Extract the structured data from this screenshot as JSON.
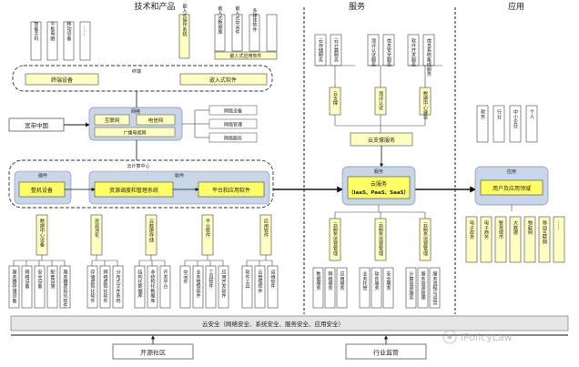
{
  "headers": {
    "tech": "技术和产品",
    "service": "服务",
    "application": "应用"
  },
  "top": {
    "terminal_items": [
      "智能手机",
      "平板电脑",
      "移动设备",
      "……"
    ],
    "embedded_items": [
      "嵌入式操作系统",
      "嵌入式数据库",
      "嵌入式中间件",
      "多媒体软件"
    ],
    "embedded_label": "嵌入式应用软件",
    "terminal_device": "终端设备",
    "embedded_software": "嵌入式软件",
    "group_label": "终端"
  },
  "network": {
    "broadband": "宽带中国",
    "group_label": "网络",
    "internet": "互联网",
    "telecom": "电信网",
    "broadcast": "广播电视网",
    "side_items": [
      "网络设备",
      "网络管理",
      "网络服务"
    ]
  },
  "datacenter": {
    "group_label": "云计算中心",
    "hardware_label": "硬件",
    "software_label": "软件",
    "server": "整机设备",
    "resource": "资源调度和管理系统",
    "platform": "平台和应用软件"
  },
  "service": {
    "top_items": [
      "云存储服务",
      "云计算服务",
      "测评认证服务",
      "信息安全服务",
      "软件开发服务",
      "信息系统集成服务"
    ],
    "mid_items": [
      "云支撑",
      "测评认证",
      "数据中心建设"
    ],
    "support": "云支撑服务",
    "group_label": "服务",
    "cloud_service": "云服务",
    "cloud_types": "（IaaS、PaaS、SaaS）",
    "lower_items": [
      "云服务运营管理",
      "云服务运营管理",
      "云服务运营管理"
    ],
    "bottom_items": [
      "数据服务",
      "网络服务",
      "应用服务",
      "业务托管",
      "软件服务",
      "安全服务",
      "计算资源服务",
      "服务资源管理",
      "服务流程与运营"
    ]
  },
  "application": {
    "top_items": [
      "政务",
      "行业",
      "中小企业",
      "个人"
    ],
    "group_label": "应用",
    "user_domain": "用户及应用领域",
    "bottom_items": [
      "电子政务",
      "电子商务",
      "智慧城市",
      "大数据",
      "物联网",
      "移动互联网",
      "……"
    ]
  },
  "tech_lower": {
    "group_titles": [
      "数据中心设备",
      "资源池化",
      "云数据存储",
      "平台软件",
      "应用软件"
    ],
    "bottom_items": [
      "服务器存储设备",
      "网络设备",
      "安全设备",
      "配套设施",
      "服务器虚拟化软件",
      "存储虚拟化软件",
      "网络虚拟化软件",
      "分布式文件系统",
      "结构化数据库",
      "非结构化数据库",
      "开发平台",
      "中间件",
      "业务管理软件",
      "工具软件",
      "应用开发软件",
      "软件工具",
      "云管理软件",
      "运维软件"
    ]
  },
  "footer": {
    "security": "云安全（网络安全、系统安全、服务安全、应用安全）",
    "open_source": "开源社区",
    "regulation": "行业监管",
    "watermark": "iPolicyLaw"
  },
  "colors": {
    "yellow_box": "#ffffc2",
    "green_box": "#ffff66",
    "blue_group": "#c9d6e8",
    "gray_bar": "#e6e6e6"
  }
}
